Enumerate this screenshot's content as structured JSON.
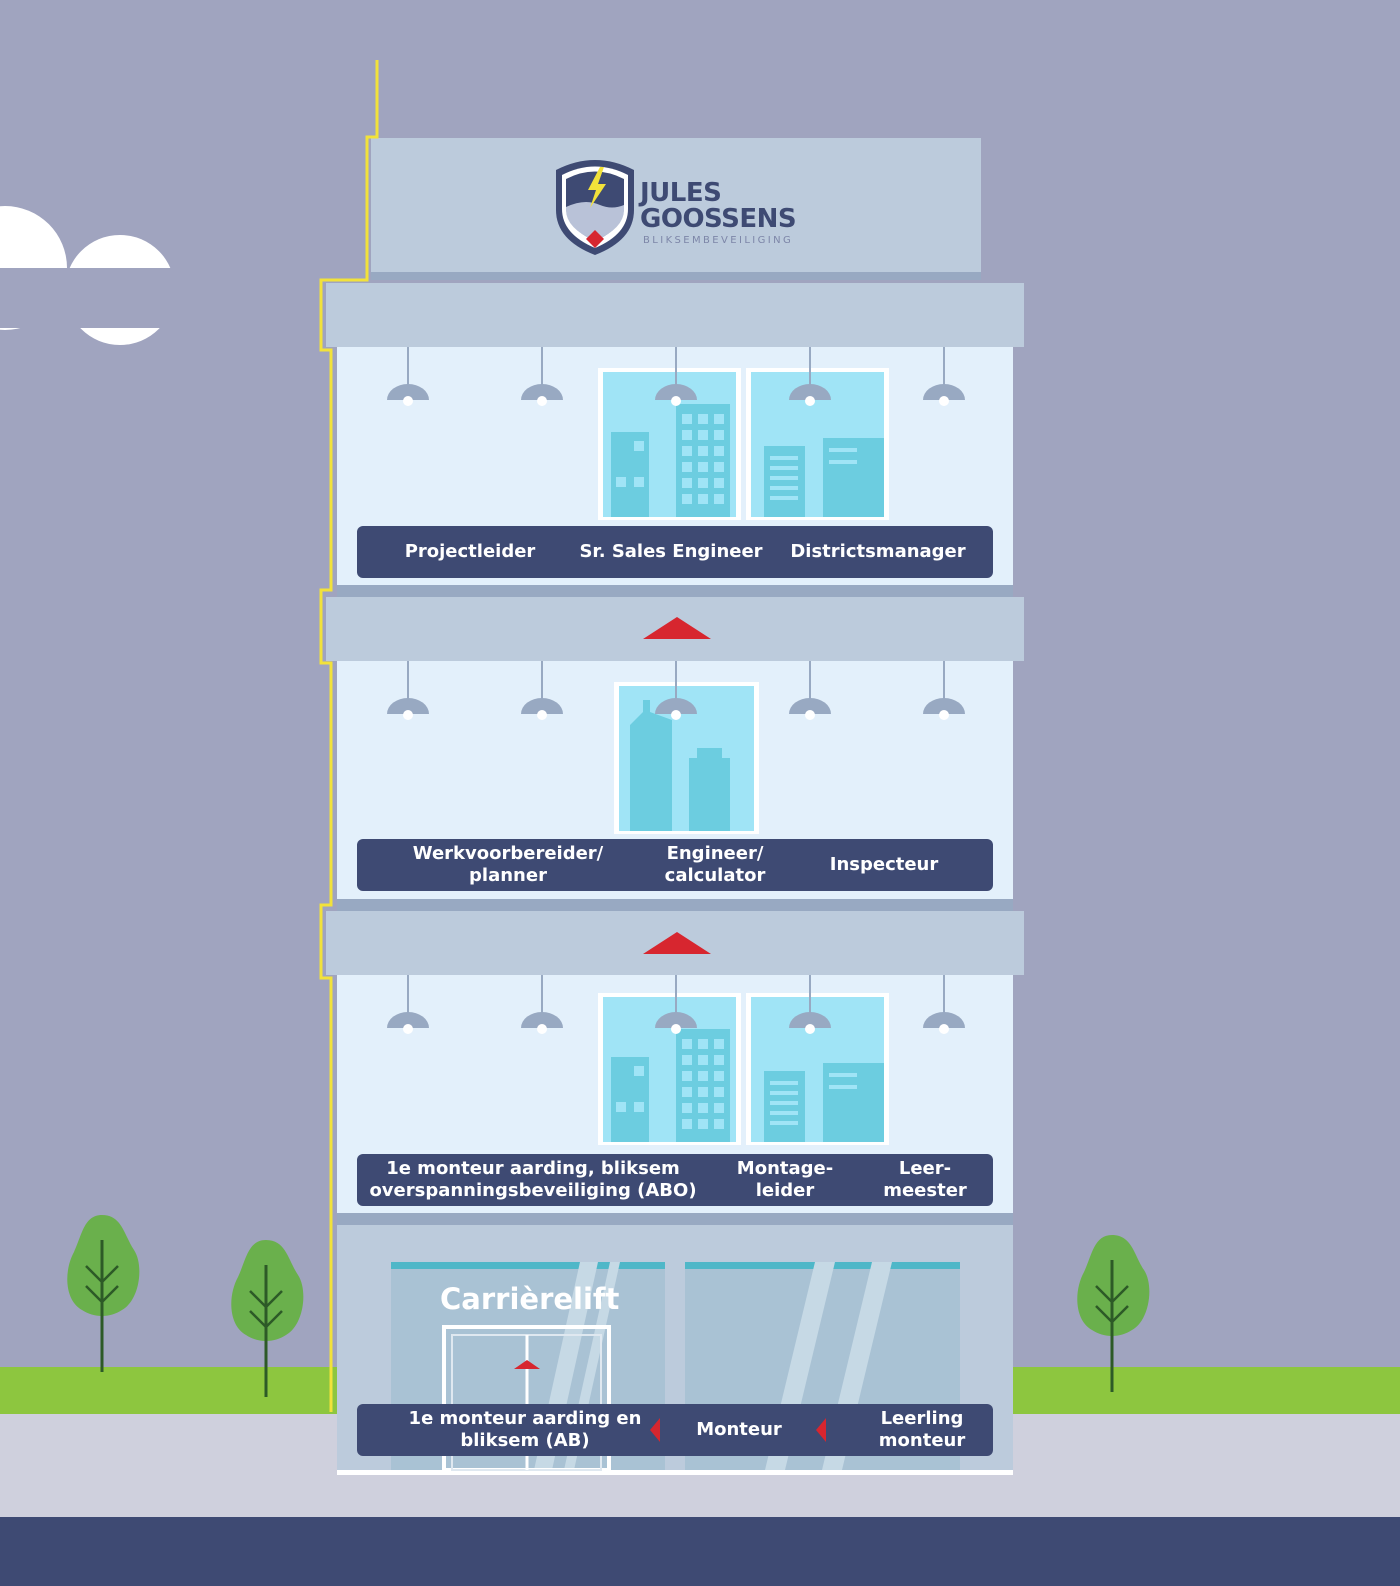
{
  "brand": {
    "line1": "JULES",
    "line2": "GOOSSENS",
    "tagline": "BLIKSEMBEVEILIGING"
  },
  "floors": {
    "top": {
      "roles": [
        "Projectleider",
        "Sr. Sales Engineer",
        "Districtsmanager"
      ]
    },
    "middle": {
      "roles": [
        "Werkvoorbereider/\nplanner",
        "Engineer/\ncalculator",
        "Inspecteur"
      ]
    },
    "lower": {
      "roles": [
        "1e monteur aarding, bliksem\noverspanningsbeveiliging (ABO)",
        "Montage-\nleider",
        "Leer-\nmeester"
      ]
    },
    "ground": {
      "roles": [
        "1e monteur aarding en\nbliksem (AB)",
        "Monteur",
        "Leerling\nmonteur"
      ]
    }
  },
  "shop_title": "Carrièrelift",
  "colors": {
    "sky": "#a0a4bf",
    "label_bar": "#3e4a73",
    "arrow": "#d7262f",
    "lightning_rod": "#f2e23a",
    "grass": "#8dc63f",
    "road": "#3e4a73"
  }
}
